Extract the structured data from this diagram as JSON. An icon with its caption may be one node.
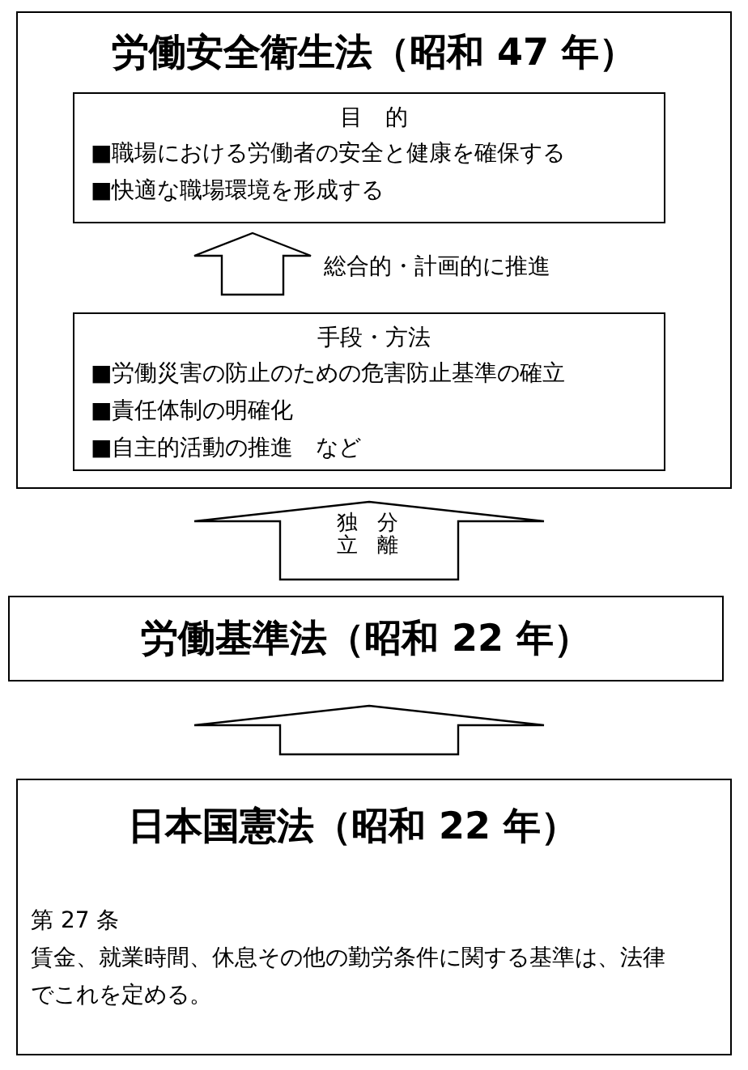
{
  "diagram": {
    "nodes": [
      {
        "text": [
          "労働安全衛生法（昭和 47 年）"
        ]
      },
      {
        "text": [
          "目　的",
          "■職場における労働者の安全と健康を確保する",
          "■快適な職場環境を形成する"
        ],
        "in": 0
      },
      {
        "text": [
          "手段・方法",
          "■労働災害の防止のための危害防止基準の確立",
          "■責任体制の明確化",
          "■自主的活動の推進　など"
        ],
        "in": 0
      },
      {
        "text": [
          "労働基準法（昭和 22 年）"
        ]
      },
      {
        "text": [
          "日本国憲法（昭和 22 年）",
          "第 27 条",
          "賃金、就業時間、休息その他の勤労条件に関する基準は、法律でこれを定める。"
        ]
      }
    ],
    "edges": [
      {
        "from": 2,
        "to": 1,
        "arrow": "to",
        "label": "総合的・計画的に推進"
      },
      {
        "from": 3,
        "to": 0,
        "arrow": "to"
      },
      {
        "from": 4,
        "to": 3,
        "arrow": "to"
      }
    ],
    "labels": [
      "分離",
      "独立"
    ]
  }
}
